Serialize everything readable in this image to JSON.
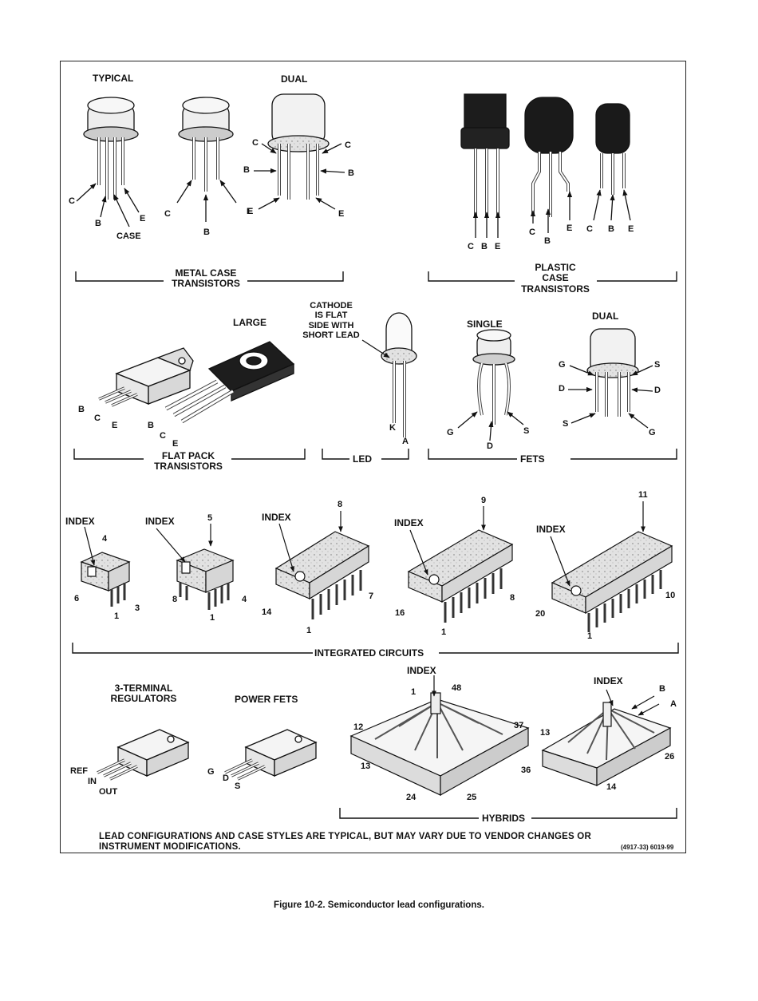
{
  "figure": {
    "caption": "Figure 10-2. Semiconductor lead configurations.",
    "note_line1": "LEAD CONFIGURATIONS AND CASE STYLES ARE TYPICAL, BUT MAY VARY DUE TO VENDOR CHANGES OR",
    "note_line2": "INSTRUMENT MODIFICATIONS.",
    "drawing_code": "(4917-33) 6019-99"
  },
  "metal_case": {
    "section": "METAL CASE\nTRANSISTORS",
    "typical": "TYPICAL",
    "dual": "DUAL",
    "pins_typical": [
      "C",
      "B",
      "CASE",
      "E"
    ],
    "pins_second": [
      "C",
      "B",
      "E"
    ],
    "pins_dual": [
      "C",
      "C",
      "B",
      "B",
      "E",
      "E"
    ]
  },
  "plastic_case": {
    "section": "PLASTIC\nCASE\nTRANSISTORS",
    "pins_1": [
      "C",
      "B",
      "E"
    ],
    "pins_2": [
      "C",
      "B",
      "E"
    ],
    "pins_3": [
      "C",
      "B",
      "E"
    ]
  },
  "flat_pack": {
    "section": "FLAT PACK\nTRANSISTORS",
    "large": "LARGE",
    "pins_small": [
      "B",
      "C",
      "E"
    ],
    "pins_large": [
      "B",
      "C",
      "E"
    ]
  },
  "led": {
    "section": "LED",
    "note": "CATHODE\nIS FLAT\nSIDE WITH\nSHORT LEAD",
    "pins": [
      "K",
      "A"
    ]
  },
  "fets": {
    "section": "FETS",
    "single": "SINGLE",
    "dual": "DUAL",
    "pins_single": [
      "G",
      "D",
      "S"
    ],
    "pins_dual": [
      "G",
      "S",
      "D",
      "D",
      "S",
      "G"
    ]
  },
  "ics": {
    "section": "INTEGRATED CIRCUITS",
    "index": "INDEX",
    "ic1": [
      "4",
      "6",
      "1",
      "3"
    ],
    "ic2": [
      "5",
      "8",
      "1",
      "4"
    ],
    "ic3": [
      "8",
      "14",
      "1",
      "7"
    ],
    "ic4": [
      "9",
      "16",
      "1",
      "8"
    ],
    "ic5": [
      "11",
      "20",
      "1",
      "10"
    ]
  },
  "regulators": {
    "title": "3-TERMINAL\nREGULATORS",
    "pins": [
      "REF",
      "IN",
      "OUT"
    ]
  },
  "power_fets": {
    "title": "POWER FETS",
    "pins": [
      "G",
      "D",
      "S"
    ]
  },
  "hybrids": {
    "section": "HYBRIDS",
    "index": "INDEX",
    "h1": [
      "1",
      "48",
      "12",
      "37",
      "13",
      "36",
      "24",
      "25"
    ],
    "h2": [
      "B",
      "A",
      "13",
      "26",
      "14"
    ]
  }
}
